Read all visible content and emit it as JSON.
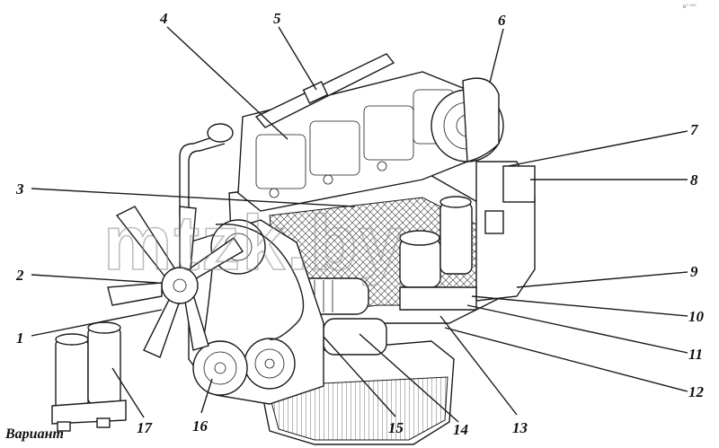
{
  "diagram": {
    "caption": "Вариант",
    "watermark": "mtzk.by",
    "corner_mark": "в° ⁰⁰⁰",
    "callouts": [
      {
        "label": "1"
      },
      {
        "label": "2"
      },
      {
        "label": "3"
      },
      {
        "label": "4"
      },
      {
        "label": "5"
      },
      {
        "label": "6"
      },
      {
        "label": "7"
      },
      {
        "label": "8"
      },
      {
        "label": "9"
      },
      {
        "label": "10"
      },
      {
        "label": "11"
      },
      {
        "label": "12"
      },
      {
        "label": "13"
      },
      {
        "label": "14"
      },
      {
        "label": "15"
      },
      {
        "label": "16"
      },
      {
        "label": "17"
      }
    ]
  }
}
